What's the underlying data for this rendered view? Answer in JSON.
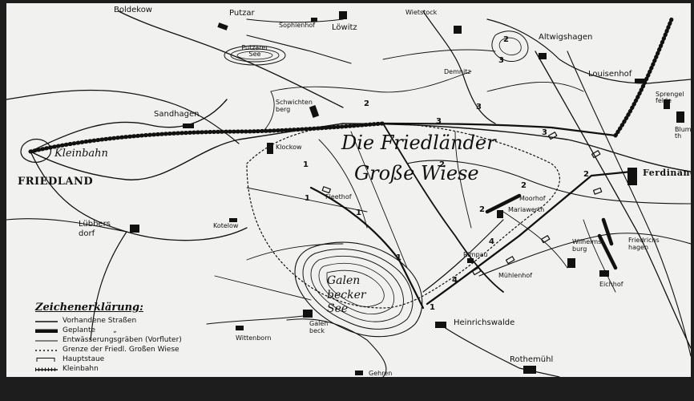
{
  "places": {
    "boldekow": "Boldekow",
    "putzar": "Putzar",
    "sophienhof": "Sophienhof",
    "lowitz": "Löwitz",
    "wietstock": "Wietstock",
    "altwigshagen": "Altwigshagen",
    "putzarer_see": "Putzarer See",
    "demnitz": "Demnitz",
    "louisenhof": "Louisenhof",
    "sprengelsfelde": "Sprengel felde",
    "blumenthal": "Blume th",
    "sandhagen": "Sandhagen",
    "schwichtenberg": "Schwichten berg",
    "friedland": "FRIEDLAND",
    "kleinbahn_label": "Kleinbahn",
    "klockow": "Klockow",
    "ferdinandshof": "Ferdinandsh",
    "fleethof": "Fleethof",
    "moorhof": "Moorhof",
    "mariawerth": "Mariawerth",
    "lubbersdorf": "Lübbers dorf",
    "kotelow": "Kotelow",
    "wilhelmsburg": "Wilhelms burg",
    "friedrichshagen": "Friedrichs hagen",
    "rimpau": "Rimpau",
    "muhlenhof": "Mühlenhof",
    "eichhof": "Eichhof",
    "galenbecker_see": "Galen becker See",
    "galenbeck": "Galen beck",
    "wittenborn": "Wittenborn",
    "heinrichswalde": "Heinrichswalde",
    "rothemuhl": "Rothemühl",
    "gehren": "Gehren"
  },
  "region_label": {
    "line1": "Die Friedländer",
    "line2": "Große Wiese"
  },
  "numbers": [
    "3",
    "2",
    "3",
    "3",
    "3",
    "2",
    "2",
    "2",
    "1",
    "1",
    "1",
    "2",
    "4",
    "4",
    "1",
    "1",
    "2"
  ],
  "legend": {
    "title": "Zeichenerklärung:",
    "items": [
      {
        "label": "Vorhandene Straßen",
        "symbol": "road"
      },
      {
        "label": "Geplante",
        "symbol": "planned-road"
      },
      {
        "label": "Entwässerungsgräben (Vorfluter)",
        "symbol": "ditch"
      },
      {
        "label": "Grenze der Friedl. Großen Wiese",
        "symbol": "boundary"
      },
      {
        "label": "Hauptstaue",
        "symbol": "weir"
      },
      {
        "label": "Kleinbahn",
        "symbol": "railway"
      }
    ],
    "ditto": "„"
  },
  "colors": {
    "ink": "#111111",
    "paper": "#f1f1ef",
    "frame": "#1d1d1d"
  }
}
